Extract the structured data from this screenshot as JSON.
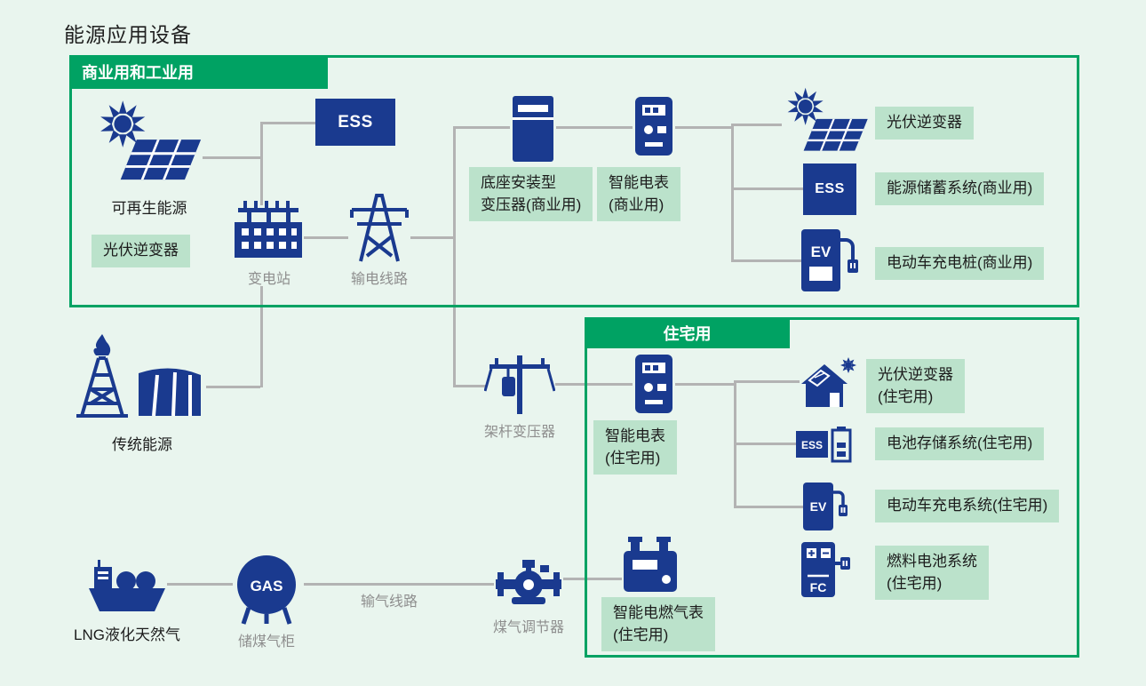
{
  "title": "能源应用设备",
  "colors": {
    "navy": "#1a3a8f",
    "green": "#00a263",
    "chip_bg": "#bbe2cb",
    "background": "#e9f5ee",
    "connector": "#b3b3b3",
    "gray_text": "#8e8e8e"
  },
  "commercial": {
    "header": "商业用和工业用",
    "renewable_label": "可再生能源",
    "pv_inverter_chip": "光伏逆变器",
    "ess_box_label": "ESS",
    "substation_label": "变电站",
    "transmission_label": "输电线路",
    "pad_transformer_chip": {
      "line1": "底座安装型",
      "line2": "变压器(商业用)"
    },
    "smart_meter_chip": {
      "line1": "智能电表",
      "line2": "(商业用)"
    },
    "pv_inverter_right_chip": "光伏逆变器",
    "ess_right_box_label": "ESS",
    "storage_chip": "能源储蓄系统(商业用)",
    "ev_icon_label": "EV",
    "ev_chip": "电动车充电桩(商业用)"
  },
  "residential": {
    "header": "住宅用",
    "pole_transformer_label": "架杆变压器",
    "smart_meter_chip": {
      "line1": "智能电表",
      "line2": "(住宅用)"
    },
    "pv_inverter_chip": {
      "line1": "光伏逆变器",
      "line2": "(住宅用)"
    },
    "ess_icon_label": "ESS",
    "battery_chip": "电池存储系统(住宅用)",
    "ev_icon_label": "EV",
    "ev_chip": "电动车充电系统(住宅用)",
    "fc_icon_label": "FC",
    "fuel_cell_chip": {
      "line1": "燃料电池系统",
      "line2": "(住宅用)"
    },
    "gas_meter_chip": {
      "line1": "智能电燃气表",
      "line2": "(住宅用)"
    }
  },
  "traditional": {
    "label": "传统能源"
  },
  "gas": {
    "lng_label": "LNG液化天然气",
    "tank_icon_label": "GAS",
    "tank_label": "储煤气柜",
    "pipeline_label": "输气线路",
    "regulator_label": "煤气调节器"
  },
  "icons": [
    "solar-panel-sun-icon",
    "ess-box-icon",
    "substation-icon",
    "transmission-tower-icon",
    "pad-transformer-icon",
    "smart-meter-icon",
    "ev-charger-icon",
    "oil-derrick-icon",
    "hydro-dam-icon",
    "pole-transformer-icon",
    "house-solar-icon",
    "home-battery-icon",
    "fuel-cell-icon",
    "lng-ship-icon",
    "gas-tank-icon",
    "gas-regulator-icon",
    "smart-gas-meter-icon"
  ]
}
